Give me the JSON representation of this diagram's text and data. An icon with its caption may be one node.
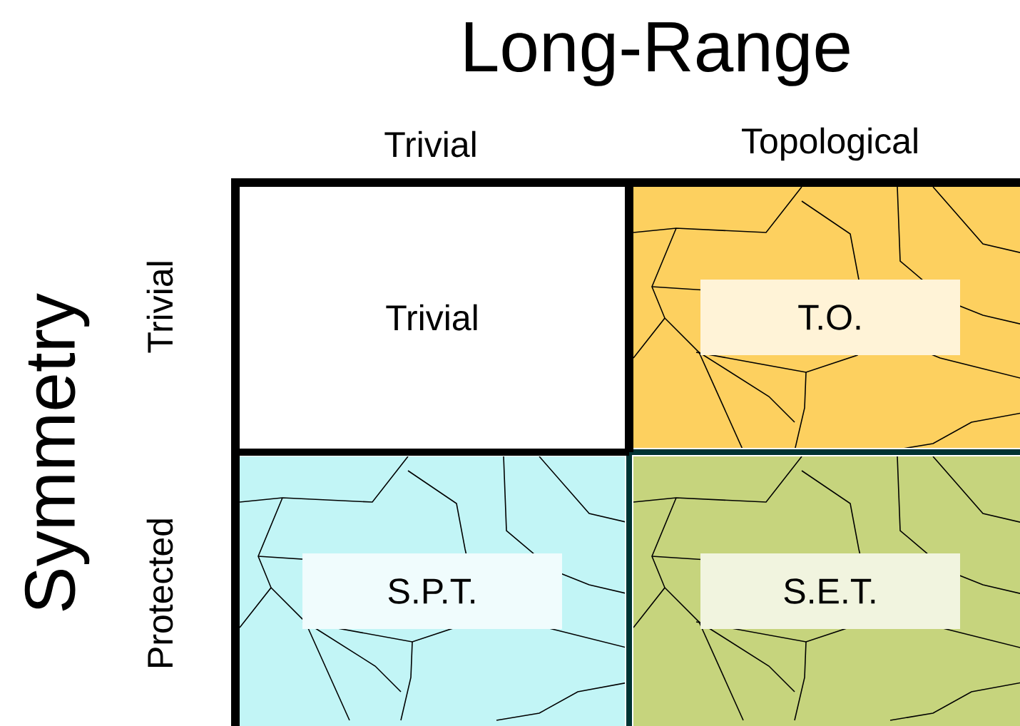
{
  "diagram": {
    "nodes": [
      {
        "text": [
          "Trivial"
        ]
      },
      {
        "text": [
          "T.O."
        ]
      },
      {
        "text": [
          "S.P.T."
        ]
      },
      {
        "text": [
          "S.E.T."
        ]
      }
    ],
    "labels": [
      "Long-Range",
      "Trivial",
      "Topological",
      "Symmetry",
      "Trivial",
      "Protected"
    ]
  }
}
